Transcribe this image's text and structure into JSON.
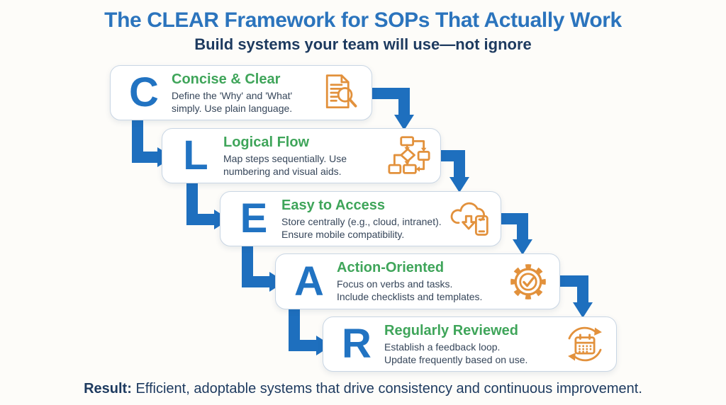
{
  "header": {
    "title": "The CLEAR Framework for SOPs That Actually Work",
    "subtitle": "Build systems your team will use—not ignore"
  },
  "steps": [
    {
      "letter": "C",
      "title": "Concise & Clear",
      "line1": "Define the 'Why' and 'What'",
      "line2": "simply. Use plain language.",
      "icon": "document-magnifier"
    },
    {
      "letter": "L",
      "title": "Logical Flow",
      "line1": "Map steps sequentially. Use",
      "line2": "numbering and visual aids.",
      "icon": "flowchart"
    },
    {
      "letter": "E",
      "title": "Easy to Access",
      "line1": "Store centrally (e.g., cloud, intranet).",
      "line2": "Ensure mobile compatibility.",
      "icon": "cloud-download-mobile"
    },
    {
      "letter": "A",
      "title": "Action-Oriented",
      "line1": "Focus on verbs and tasks.",
      "line2": "Include checklists and templates.",
      "icon": "gear-check"
    },
    {
      "letter": "R",
      "title": "Regularly Reviewed",
      "line1": "Establish a feedback loop.",
      "line2": "Update frequently based on use.",
      "icon": "calendar-refresh"
    }
  ],
  "result": {
    "label": "Result:",
    "text": " Efficient, adoptable systems that drive consistency and continuous improvement."
  },
  "colors": {
    "title_blue": "#2b74bd",
    "letter_blue": "#2173c2",
    "arrow_blue": "#1e6fbe",
    "step_green": "#3fa55a",
    "icon_orange": "#e2913c",
    "navy_text": "#1d3a5f"
  }
}
